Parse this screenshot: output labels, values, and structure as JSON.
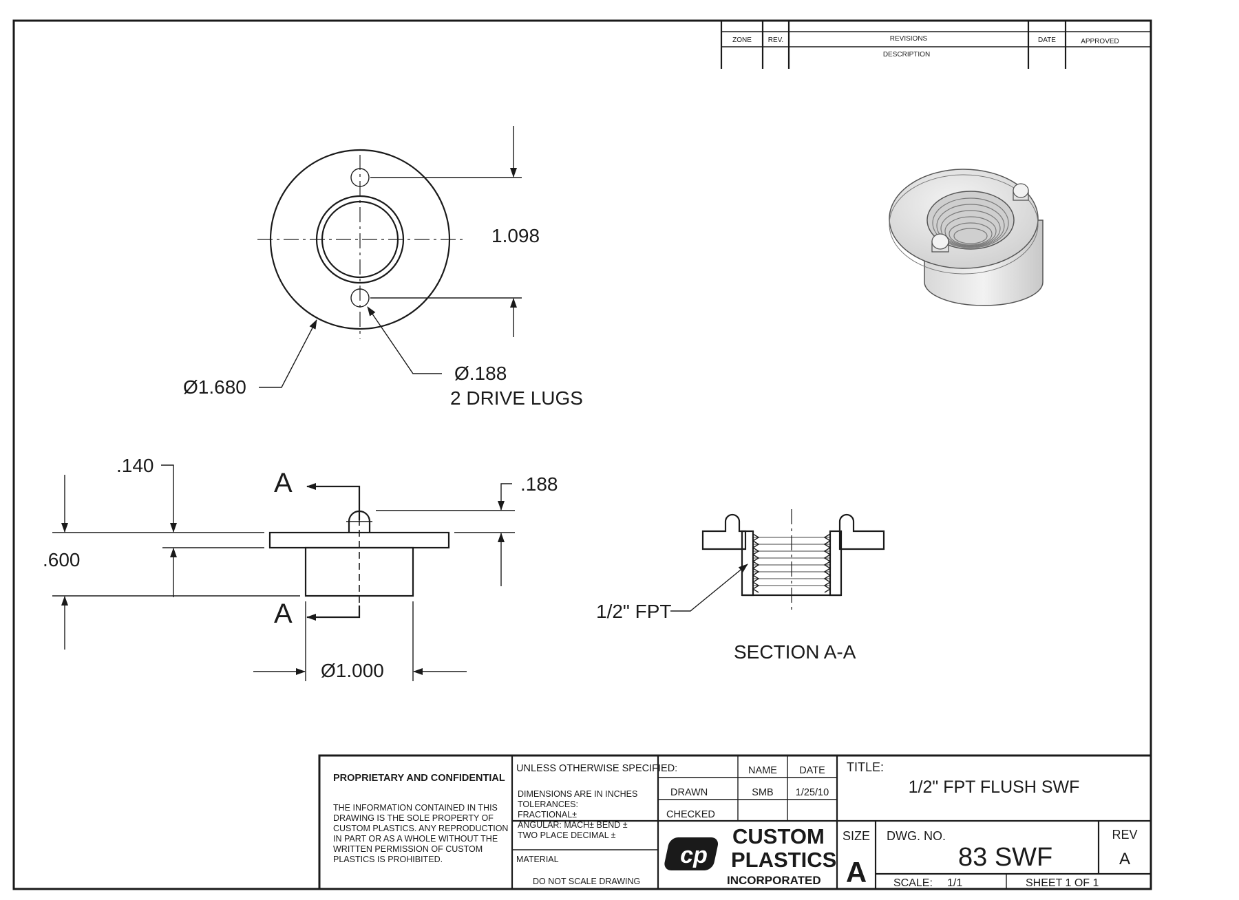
{
  "revision_block": {
    "zone": "ZONE",
    "rev": "REV.",
    "revisions": "REVISIONS",
    "description": "DESCRIPTION",
    "date": "DATE",
    "approved": "APPROVED"
  },
  "top_view": {
    "dim_height": "1.098",
    "dim_outer_dia": "Ø1.680",
    "dim_lug_dia": "Ø.188",
    "dim_lug_note": "2 DRIVE LUGS"
  },
  "side_view": {
    "dim_flange": ".140",
    "dim_total_height": ".600",
    "dim_lug_height": ".188",
    "dim_body_dia": "Ø1.000",
    "section_mark_top": "A",
    "section_mark_bottom": "A"
  },
  "section_view": {
    "thread_label": "1/2\" FPT",
    "title": "SECTION A-A"
  },
  "title_block": {
    "proprietary_title": "PROPRIETARY AND CONFIDENTIAL",
    "proprietary_text": [
      "THE INFORMATION CONTAINED IN THIS",
      "DRAWING IS THE SOLE PROPERTY OF",
      "CUSTOM PLASTICS.  ANY REPRODUCTION",
      "IN PART OR AS A WHOLE WITHOUT THE",
      "WRITTEN PERMISSION OF CUSTOM",
      "PLASTICS IS PROHIBITED."
    ],
    "unless_specified": "UNLESS OTHERWISE SPECIFIED:",
    "tolerance_lines": [
      "DIMENSIONS ARE IN INCHES",
      "TOLERANCES:",
      "FRACTIONAL±",
      "ANGULAR: MACH±    BEND ±",
      "TWO PLACE DECIMAL    ±"
    ],
    "material_label": "MATERIAL",
    "do_not_scale": "DO NOT SCALE DRAWING",
    "name_header": "NAME",
    "date_header": "DATE",
    "drawn_label": "DRAWN",
    "drawn_name": "SMB",
    "drawn_date": "1/25/10",
    "checked_label": "CHECKED",
    "logo_mark": "cp",
    "company_line1": "CUSTOM",
    "company_line2": "PLASTICS",
    "company_line3": "INCORPORATED",
    "title_label": "TITLE:",
    "title_value": "1/2\" FPT FLUSH SWF",
    "size_label": "SIZE",
    "size_value": "A",
    "dwg_no_label": "DWG.  NO.",
    "dwg_no_value": "83 SWF",
    "rev_label": "REV",
    "rev_value": "A",
    "scale_label": "SCALE:",
    "scale_value": "1/1",
    "sheet_label": "SHEET 1 OF 1"
  }
}
